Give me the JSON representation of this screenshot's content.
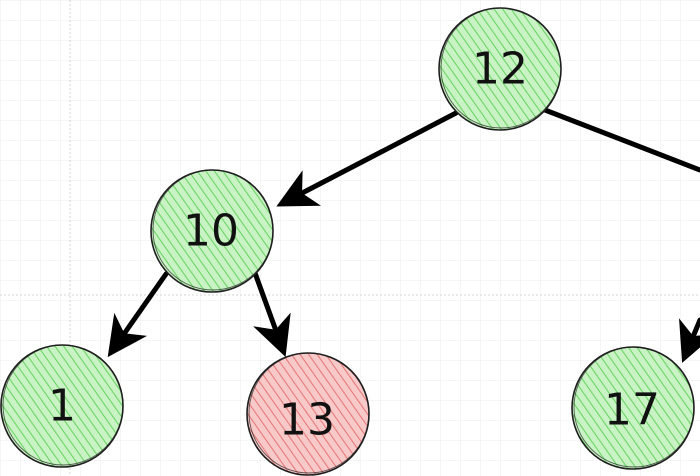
{
  "colors": {
    "background": "#ffffff",
    "grid_minor": "#ebebeb",
    "grid_major": "#d6d6d6",
    "node_ok_fill": "#b9f0b4",
    "node_ok_hatch": "#5fcf59",
    "node_bad_fill": "#f6b9b9",
    "node_bad_hatch": "#e06f6f",
    "stroke": "#1f1f1f",
    "edge": "#000000"
  },
  "nodes": {
    "root": {
      "label": "12",
      "status": "ok"
    },
    "left": {
      "label": "10",
      "status": "ok"
    },
    "left_left": {
      "label": "1",
      "status": "ok"
    },
    "left_right": {
      "label": "13",
      "status": "bad"
    },
    "right": {
      "label": "17",
      "status": "ok"
    }
  },
  "edges": [
    {
      "from": "root",
      "to": "left"
    },
    {
      "from": "root",
      "to": "right"
    },
    {
      "from": "left",
      "to": "left_left"
    },
    {
      "from": "left",
      "to": "left_right"
    }
  ]
}
